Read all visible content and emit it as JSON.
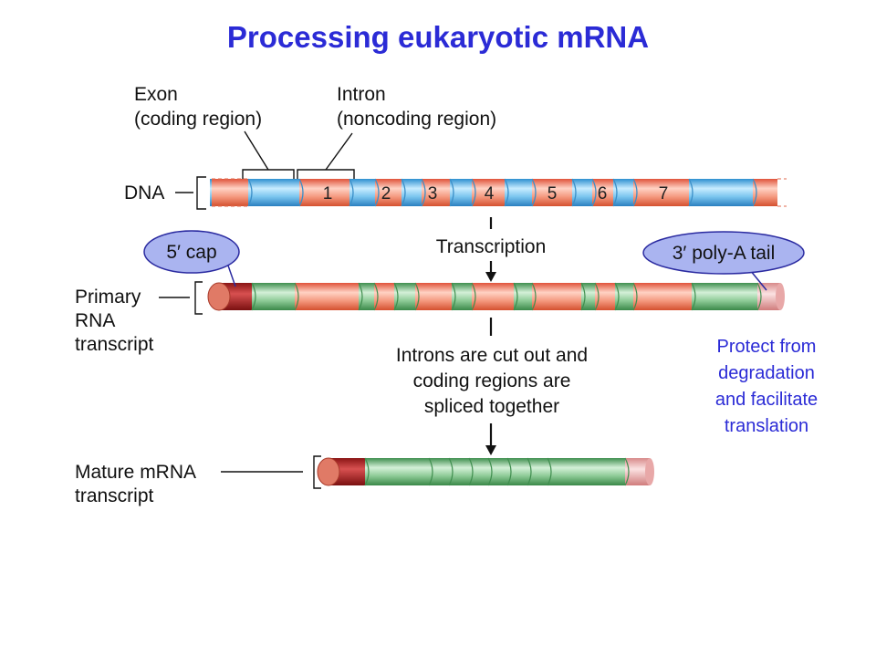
{
  "title": "Processing eukaryotic mRNA",
  "labels": {
    "exon_line1": "Exon",
    "exon_line2": "(coding region)",
    "intron_line1": "Intron",
    "intron_line2": "(noncoding region)",
    "dna": "DNA",
    "primary_line1": "Primary",
    "primary_line2": "RNA",
    "primary_line3": "transcript",
    "mature_line1": "Mature mRNA",
    "mature_line2": "transcript",
    "transcription": "Transcription",
    "splicing_line1": "Introns are cut out and",
    "splicing_line2": "coding regions are",
    "splicing_line3": "spliced together",
    "cap": "5′ cap",
    "tail": "3′ poly-A tail",
    "protect_line1": "Protect from",
    "protect_line2": "degradation",
    "protect_line3": "and facilitate",
    "protect_line4": "translation"
  },
  "intron_numbers": [
    "1",
    "2",
    "3",
    "4",
    "5",
    "6",
    "7"
  ],
  "colors": {
    "title": "#2b2bd6",
    "exon_dna": "#5bb8e8",
    "intron": "#f08068",
    "exon_rna": "#5fae6e",
    "cap": "#a82020",
    "tail": "#e8a0a0",
    "ellipse_fill": "#aab4f0",
    "ellipse_stroke": "#2a2aa0",
    "note": "#2b2bd6"
  }
}
